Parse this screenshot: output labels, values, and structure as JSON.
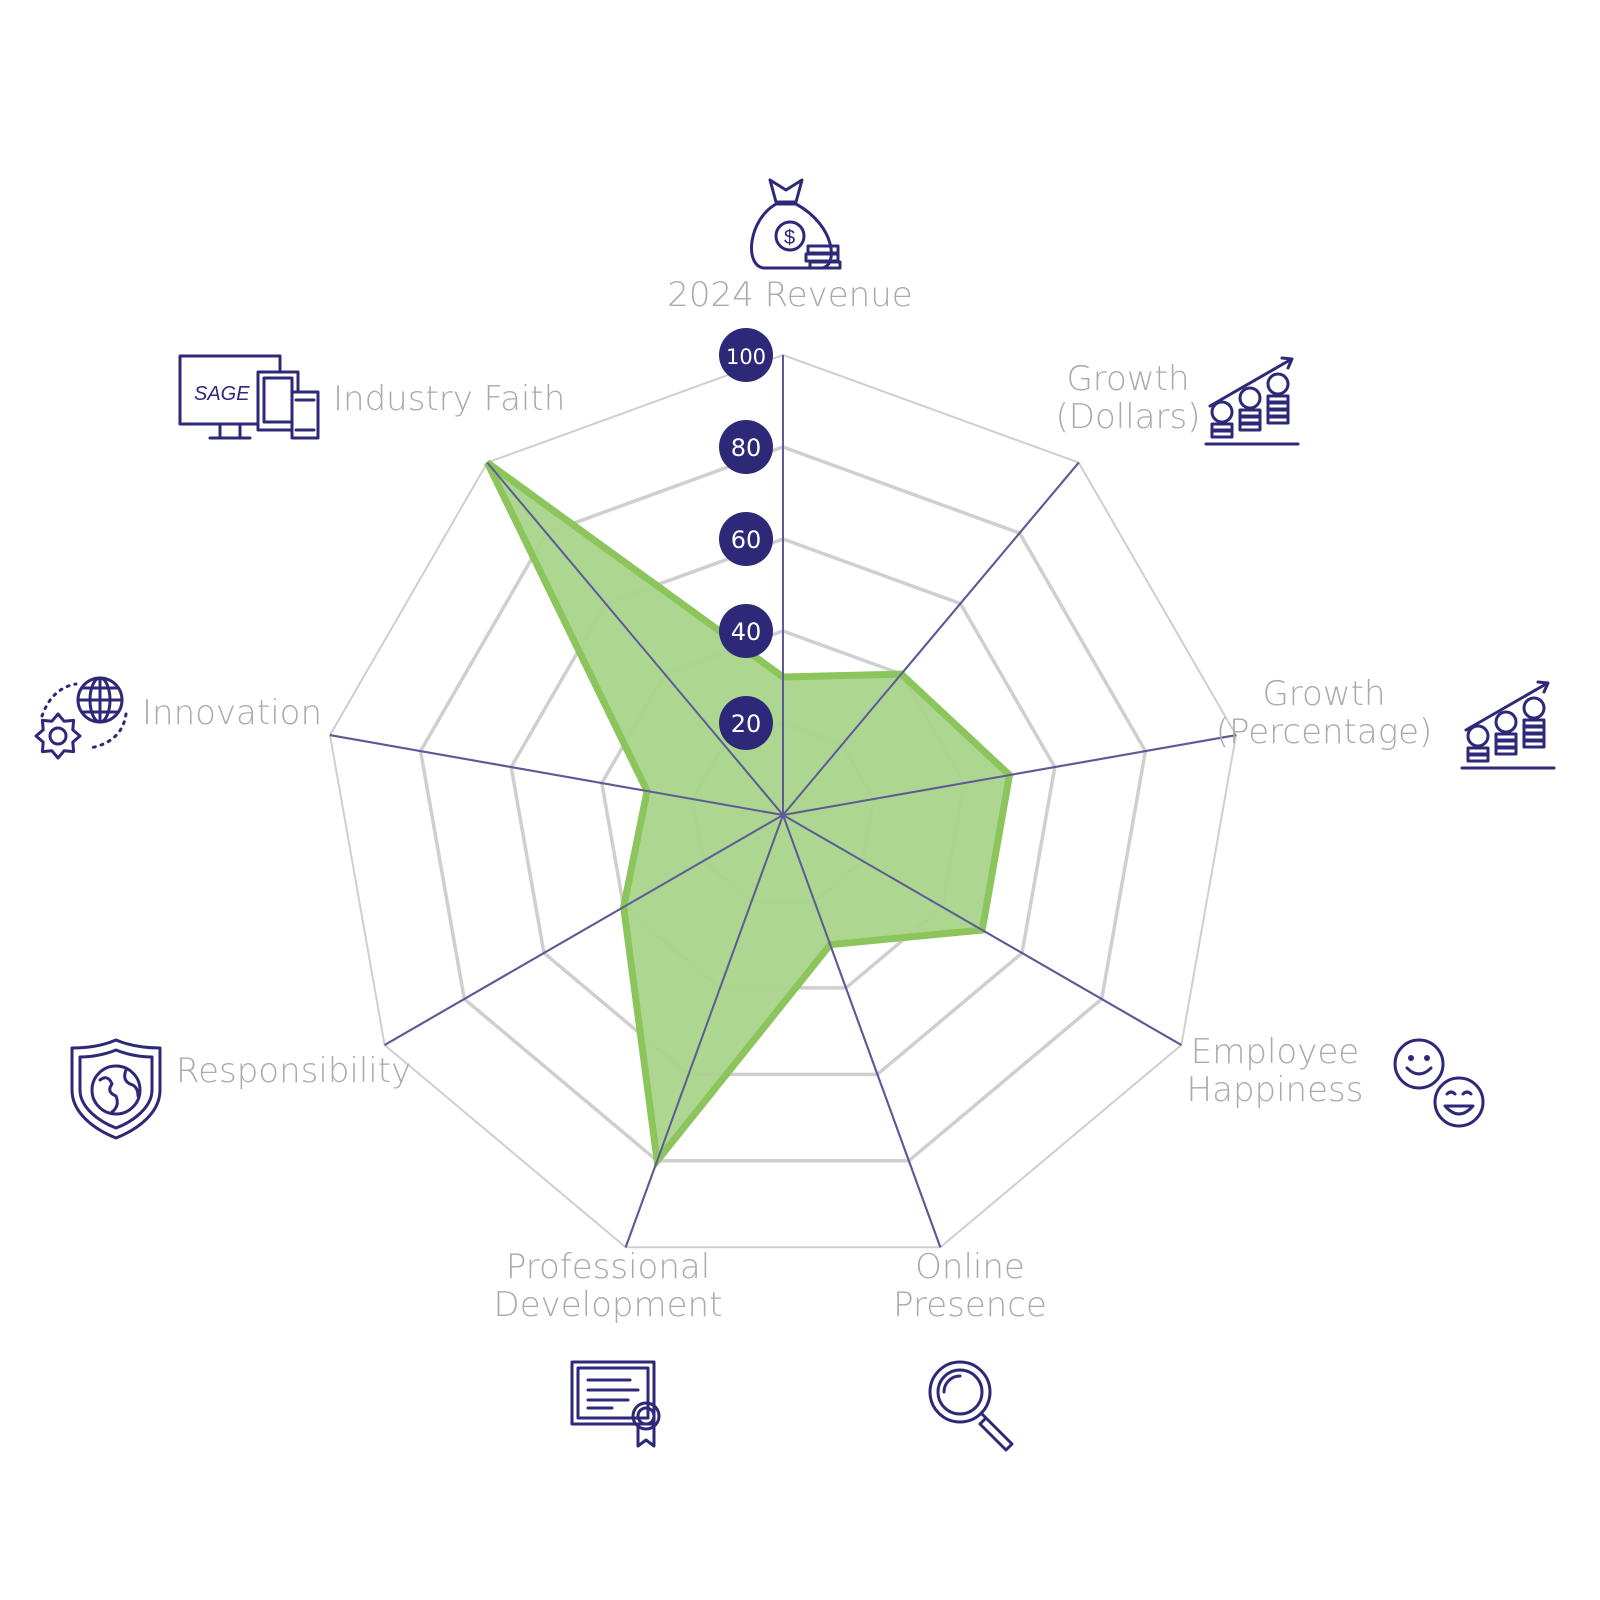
{
  "chart_data": {
    "type": "radar",
    "title": "",
    "rmax": 100,
    "ticks": [
      20,
      40,
      60,
      80,
      100
    ],
    "tick_labels": [
      "20",
      "40",
      "60",
      "80",
      "100"
    ],
    "axes": [
      {
        "lines": [
          "2024 Revenue"
        ],
        "icon": "money-bag-icon"
      },
      {
        "lines": [
          "Growth",
          "(Dollars)"
        ],
        "icon": "coin-growth-icon"
      },
      {
        "lines": [
          "Growth",
          "(Percentage)"
        ],
        "icon": "coin-growth-icon"
      },
      {
        "lines": [
          "Employee",
          "Happiness"
        ],
        "icon": "smiley-faces-icon"
      },
      {
        "lines": [
          "Online",
          "Presence"
        ],
        "icon": "magnifier-icon"
      },
      {
        "lines": [
          "Professional",
          "Development"
        ],
        "icon": "certificate-icon"
      },
      {
        "lines": [
          "Responsibility"
        ],
        "icon": "shield-globe-icon"
      },
      {
        "lines": [
          "Innovation"
        ],
        "icon": "globe-gear-icon"
      },
      {
        "lines": [
          "Industry Faith"
        ],
        "icon": "devices-icon"
      }
    ],
    "series": [
      {
        "values": [
          30,
          40,
          50,
          50,
          30,
          80,
          40,
          30,
          100
        ]
      }
    ],
    "grid": true,
    "colors": {
      "fill": "#a9d58a",
      "stroke": "#8dc55d",
      "spoke": "#5e5a98",
      "grid": "#cfcfcf",
      "tick_badge": "#2d2878",
      "label": "#a9a9ae",
      "icon": "#2d2878"
    }
  },
  "icons": {
    "devices_brand": "SAGE"
  }
}
